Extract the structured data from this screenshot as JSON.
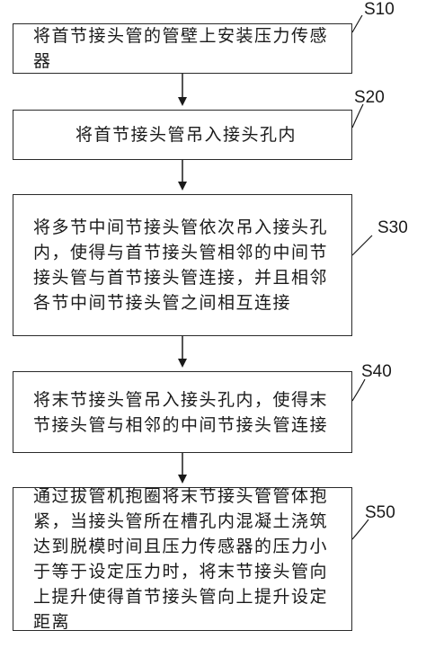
{
  "steps": [
    {
      "id": "S10",
      "text": "将首节接头管的管壁上安装压力传感器"
    },
    {
      "id": "S20",
      "text": "将首节接头管吊入接头孔内"
    },
    {
      "id": "S30",
      "text": "将多节中间节接头管依次吊入接头孔内，使得与首节接头管相邻的中间节接头管与首节接头管连接，并且相邻各节中间节接头管之间相互连接"
    },
    {
      "id": "S40",
      "text": "将末节接头管吊入接头孔内，使得末节接头管与相邻的中间节接头管连接"
    },
    {
      "id": "S50",
      "text": "通过拔管机抱圈将末节接头管管体抱紧，当接头管所在槽孔内混凝土浇筑达到脱模时间且压力传感器的压力小于等于设定压力时，将末节接头管向上提升使得首节接头管向上提升设定距离"
    }
  ]
}
